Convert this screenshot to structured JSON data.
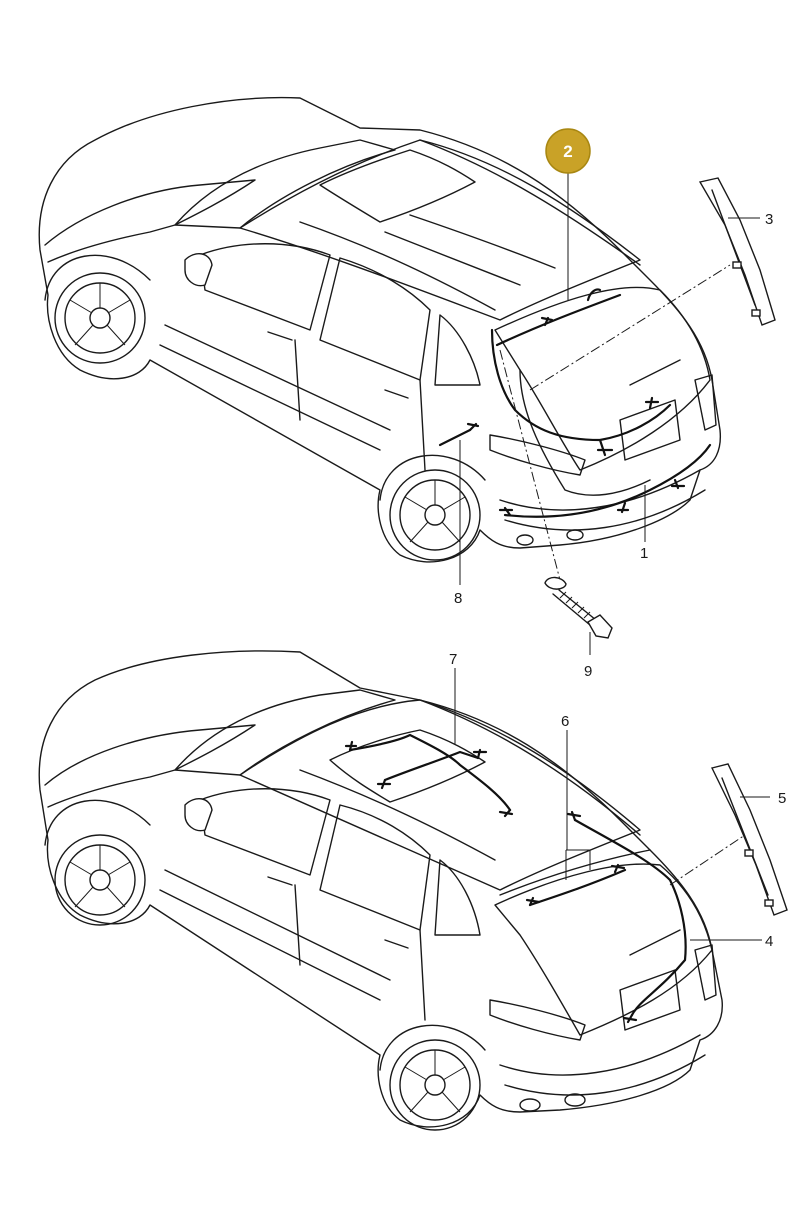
{
  "callouts": [
    {
      "id": "1",
      "label": "1"
    },
    {
      "id": "2",
      "label": "2",
      "highlighted": true
    },
    {
      "id": "3",
      "label": "3"
    },
    {
      "id": "4",
      "label": "4"
    },
    {
      "id": "5",
      "label": "5"
    },
    {
      "id": "6",
      "label": "6"
    },
    {
      "id": "7",
      "label": "7"
    },
    {
      "id": "8",
      "label": "8"
    },
    {
      "id": "9",
      "label": "9"
    }
  ],
  "colors": {
    "highlight_badge": "#C9A227",
    "line": "#1a1a1a",
    "background": "#ffffff"
  }
}
